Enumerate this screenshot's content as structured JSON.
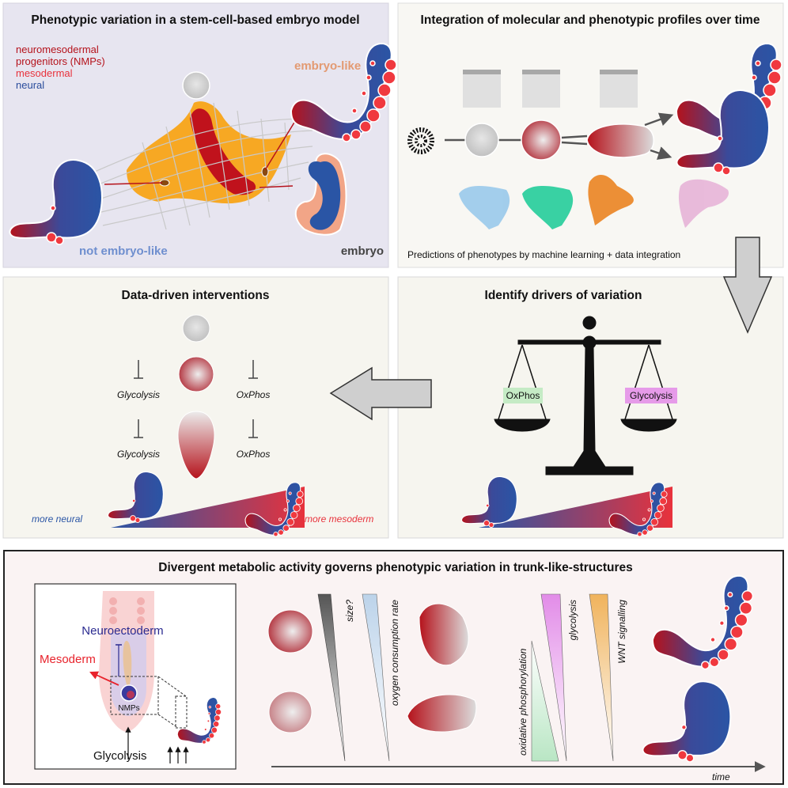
{
  "panel1": {
    "title": "Phenotypic variation in a stem-cell-based embryo model",
    "legend": [
      "neuromesodermal",
      "progenitors (NMPs)",
      "mesodermal",
      "neural"
    ],
    "label_embryo_like": "embryo-like",
    "label_not_embryo_like": "not embryo-like",
    "label_embryo": "embryo"
  },
  "panel2": {
    "title": "Integration of molecular and phenotypic profiles over time",
    "caption": "Predictions of phenotypes by machine learning + data integration"
  },
  "panel3": {
    "title": "Data-driven interventions",
    "inhib": [
      "Glycolysis",
      "OxPhos",
      "Glycolysis",
      "OxPhos"
    ],
    "more_neural": "more neural",
    "more_mesoderm": "more mesoderm"
  },
  "panel4": {
    "title": "Identify drivers of variation",
    "left_pan": "OxPhos",
    "right_pan": "Glycolysis"
  },
  "panel5": {
    "title": "Divergent metabolic activity governs phenotypic variation in trunk-like-structures",
    "inset": {
      "neuroectoderm": "Neuroectoderm",
      "mesoderm": "Mesoderm",
      "nmps": "NMPs",
      "glycolysis": "Glycolysis"
    },
    "wedges": [
      "size?",
      "oxygen consumption rate",
      "oxidative phosphorylation",
      "glycolysis",
      "WNT signalling"
    ],
    "time": "time"
  },
  "colors": {
    "nmp": "#b5121b",
    "mesodermal": "#e8323c",
    "neural": "#2a4c9c",
    "embryo_like": "#e39a72",
    "not_embryo_like": "#6f8fcf",
    "landscape": "#f5a623"
  }
}
